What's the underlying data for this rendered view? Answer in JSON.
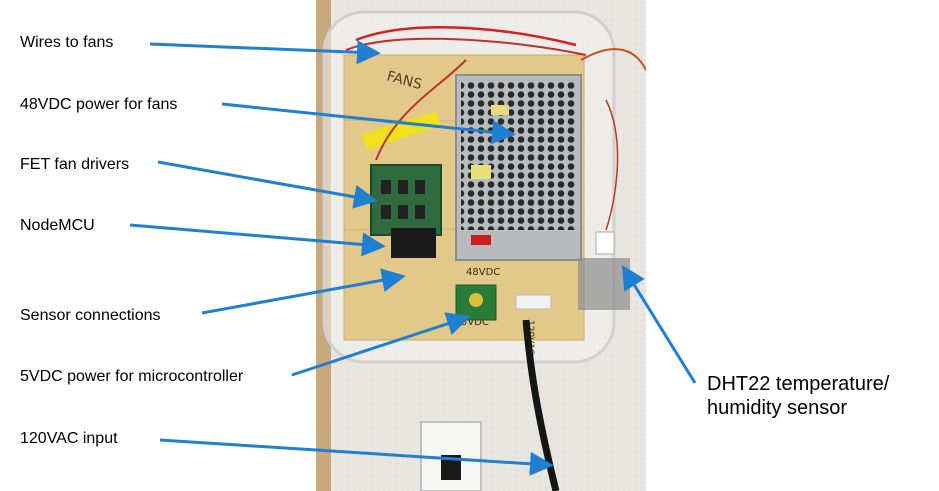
{
  "labels": {
    "wires": "Wires to fans",
    "power48": "48VDC power for fans",
    "fet": "FET fan drivers",
    "nodemcu": "NodeMCU",
    "sensor_conn": "Sensor connections",
    "power5": "5VDC power for microcontroller",
    "ac_input": "120VAC input",
    "dht22": "DHT22 temperature/ humidity sensor"
  },
  "board_text": {
    "fans": "FANS",
    "v48": "48VDC",
    "v5": "5VDC",
    "vac": "120VAC"
  },
  "colors": {
    "arrow": "#1f7fd1",
    "wood": "#e2c98a",
    "wall": "#e9e6e1"
  }
}
